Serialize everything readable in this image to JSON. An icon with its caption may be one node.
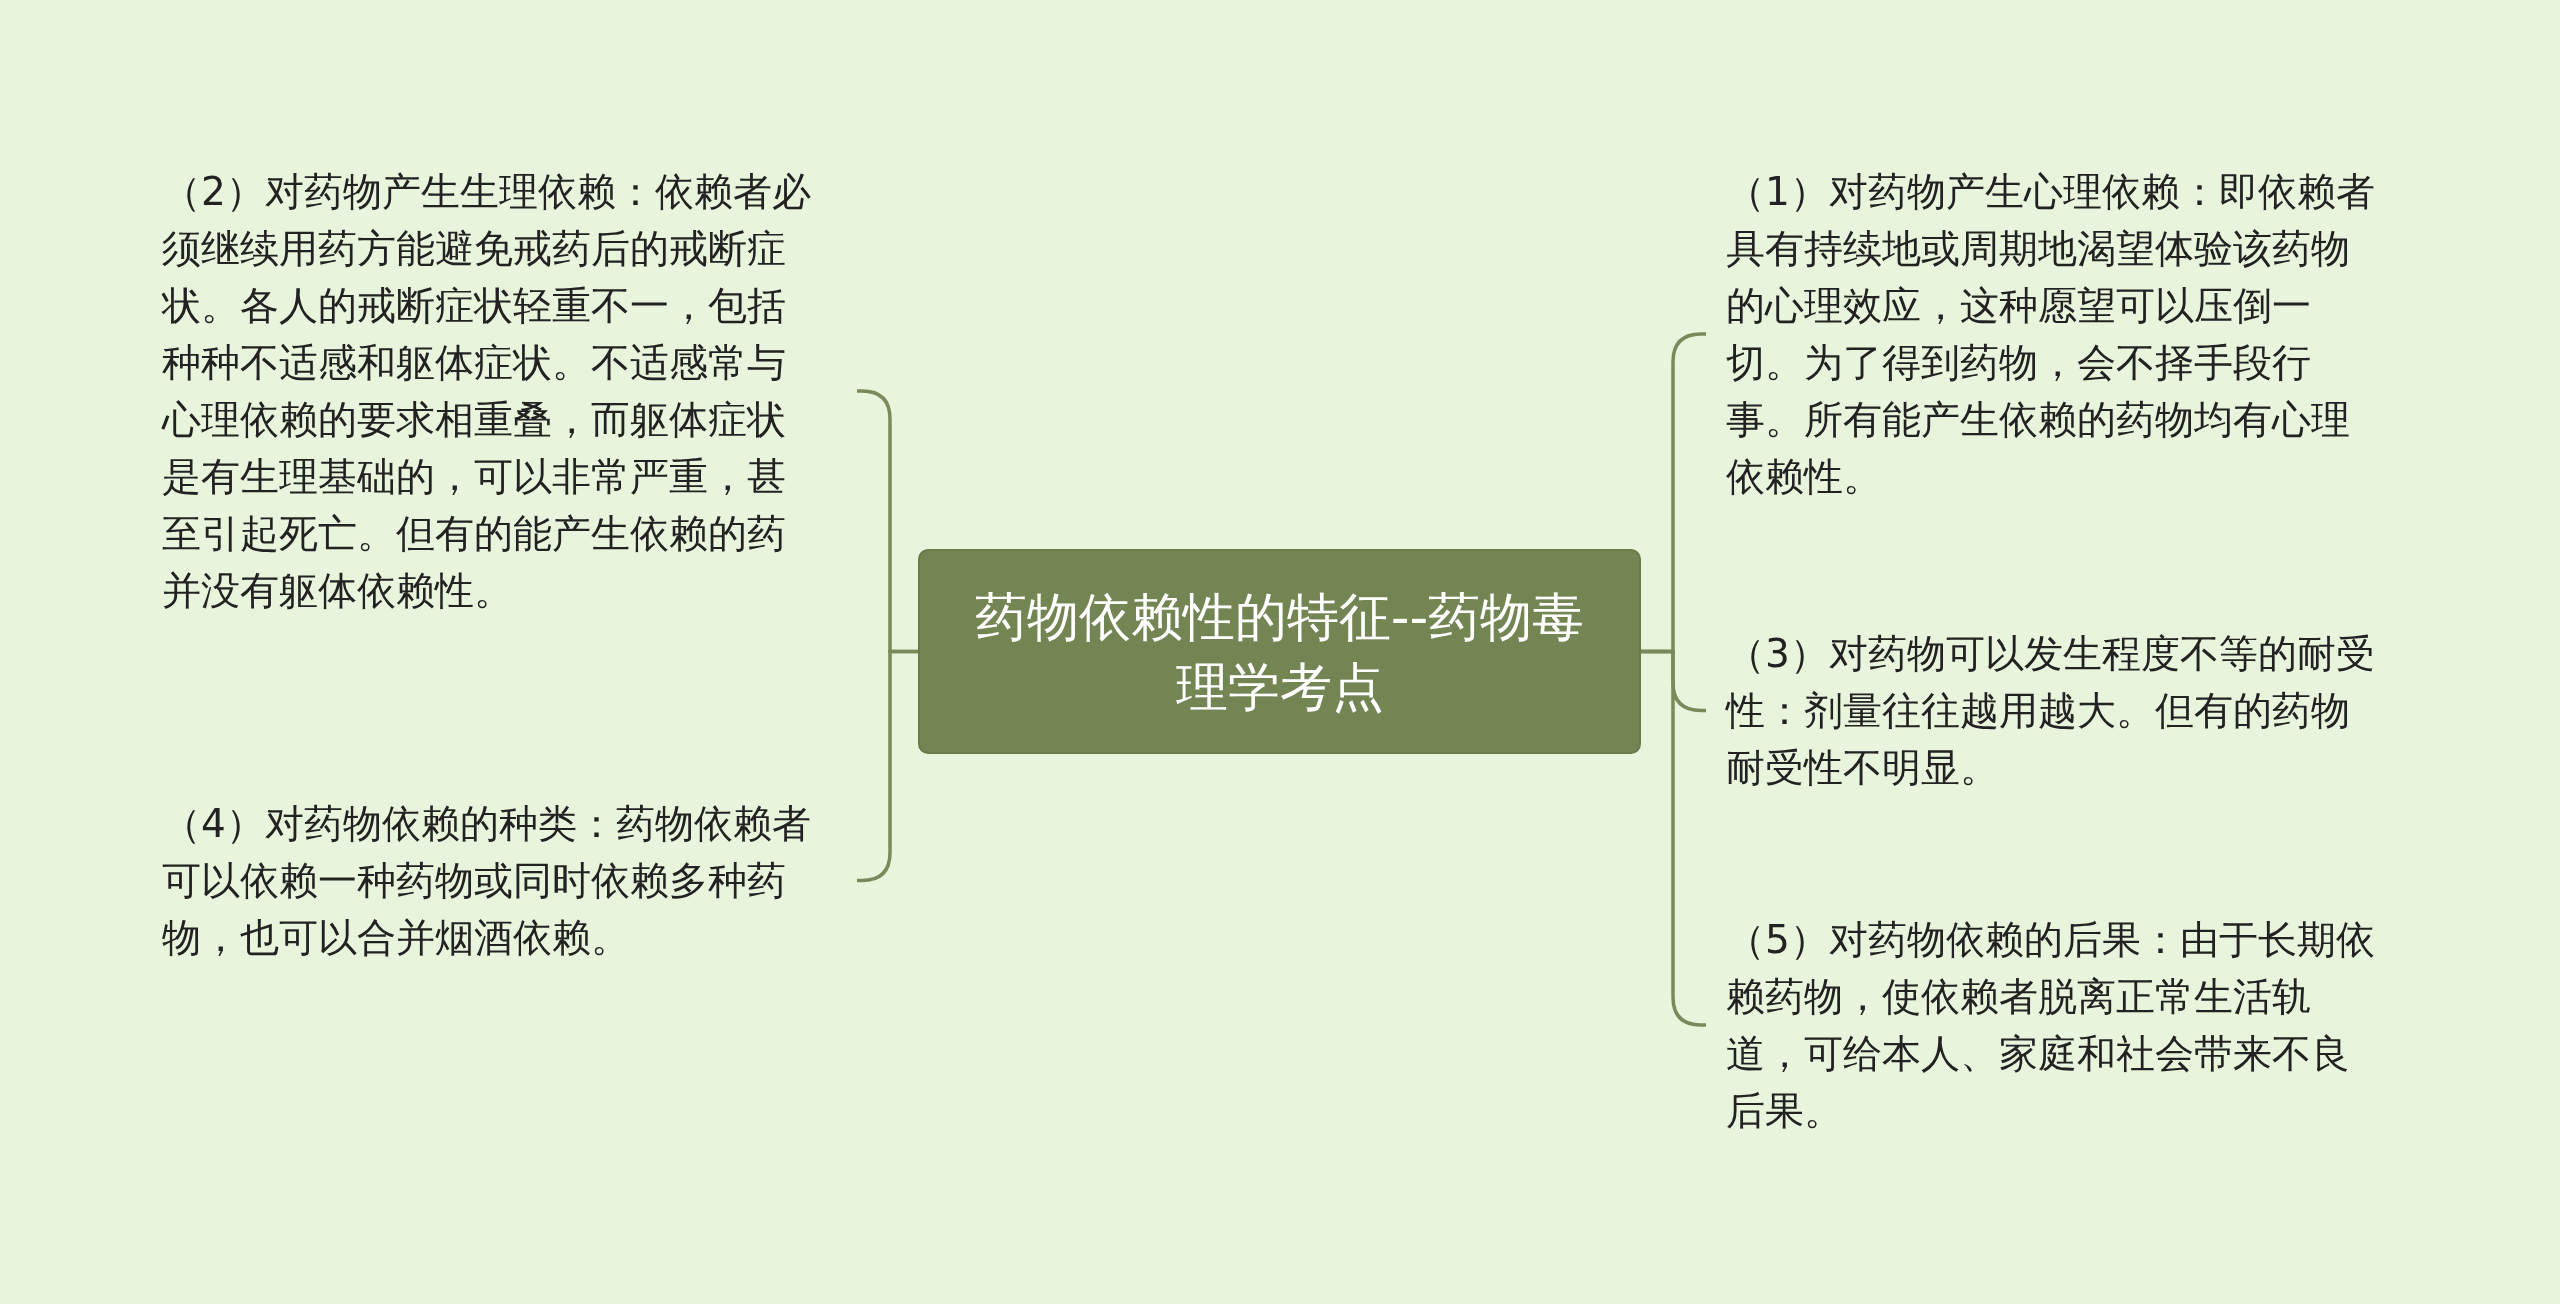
{
  "diagram": {
    "nodes": [
      {
        "text": [
          "药物依赖性的特征--药物毒理学考点"
        ]
      },
      {
        "text": [
          "（1）对药物产生心理依赖：即依赖者具有持续地或周期地渴望体验该药物的心理效应，这种愿望可以压倒一切。为了得到药物，会不择手段行事。所有能产生依赖的药物均有心理依赖性。"
        ]
      },
      {
        "text": [
          "（3）对药物可以发生程度不等的耐受性：剂量往往越用越大。但有的药物耐受性不明显。"
        ]
      },
      {
        "text": [
          "（5）对药物依赖的后果：由于长期依赖药物，使依赖者脱离正常生活轨道，可给本人、家庭和社会带来不良后果。"
        ]
      },
      {
        "text": [
          "（2）对药物产生生理依赖：依赖者必须继续用药方能避免戒药后的戒断症状。各人的戒断症状轻重不一，包括种种不适感和躯体症状。不适感常与心理依赖的要求相重叠，而躯体症状是有生理基础的，可以非常严重，甚至引起死亡。但有的能产生依赖的药并没有躯体依赖性。"
        ]
      },
      {
        "text": [
          "（4）对药物依赖的种类：药物依赖者可以依赖一种药物或同时依赖多种药物，也可以合并烟酒依赖。"
        ]
      }
    ],
    "edges": [
      {
        "from": 0,
        "to": 1,
        "arrow": "none"
      },
      {
        "from": 0,
        "to": 2,
        "arrow": "none"
      },
      {
        "from": 0,
        "to": 3,
        "arrow": "none"
      },
      {
        "from": 0,
        "to": 4,
        "arrow": "none"
      },
      {
        "from": 0,
        "to": 5,
        "arrow": "none"
      }
    ]
  }
}
